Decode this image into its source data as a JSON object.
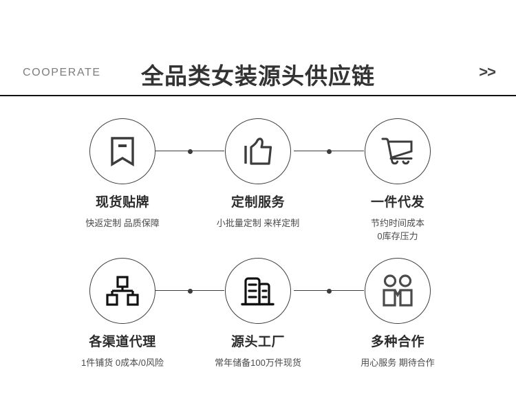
{
  "header": {
    "eyebrow": "COOPERATE",
    "title": "全品类女装源头供应链",
    "more_label": ">>",
    "more_icon": "double-chevron-right-icon",
    "rule_color": "#111111"
  },
  "theme": {
    "ink": "#333333",
    "line": "#3c3c3c",
    "muted": "#7d7d7d",
    "background": "#ffffff"
  },
  "rows": [
    {
      "items": [
        {
          "icon": "bookmark-tag-icon",
          "title": "现货贴牌",
          "desc_lines": [
            "快返定制 品质保障"
          ]
        },
        {
          "icon": "thumbs-up-icon",
          "title": "定制服务",
          "desc_lines": [
            "小批量定制 来样定制"
          ]
        },
        {
          "icon": "shopping-cart-icon",
          "title": "一件代发",
          "desc_lines": [
            "节约时间成本",
            "0库存压力"
          ]
        }
      ]
    },
    {
      "items": [
        {
          "icon": "org-hierarchy-icon",
          "title": "各渠道代理",
          "desc_lines": [
            "1件铺货 0成本/0风险"
          ]
        },
        {
          "icon": "factory-building-icon",
          "title": "源头工厂",
          "desc_lines": [
            "常年储备100万件现货"
          ]
        },
        {
          "icon": "two-people-icon",
          "title": "多种合作",
          "desc_lines": [
            "用心服务 期待合作"
          ]
        }
      ]
    }
  ]
}
